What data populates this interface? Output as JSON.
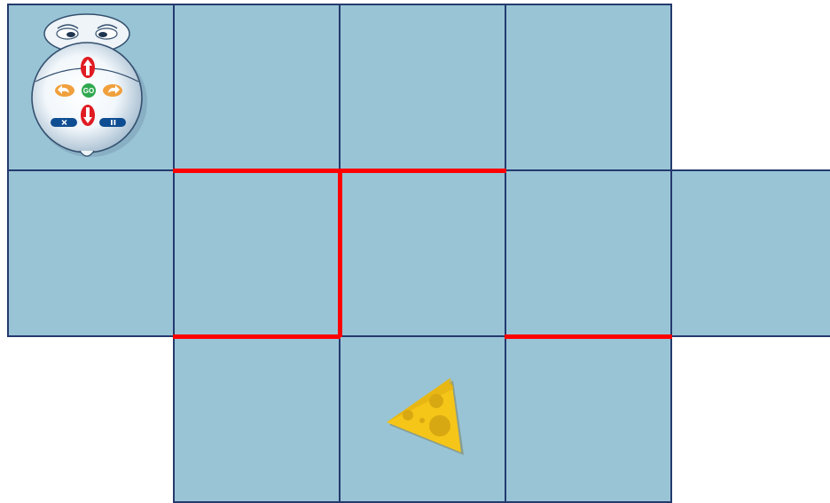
{
  "board": {
    "rows": 3,
    "columns": 5,
    "cells": [
      {
        "row": 0,
        "col": 0
      },
      {
        "row": 0,
        "col": 1
      },
      {
        "row": 0,
        "col": 2
      },
      {
        "row": 0,
        "col": 3
      },
      {
        "row": 1,
        "col": 0
      },
      {
        "row": 1,
        "col": 1
      },
      {
        "row": 1,
        "col": 2
      },
      {
        "row": 1,
        "col": 3
      },
      {
        "row": 1,
        "col": 4
      },
      {
        "row": 2,
        "col": 1
      },
      {
        "row": 2,
        "col": 2
      },
      {
        "row": 2,
        "col": 3
      }
    ],
    "walls": [
      {
        "between": [
          [
            0,
            1
          ],
          [
            1,
            1
          ]
        ]
      },
      {
        "between": [
          [
            0,
            2
          ],
          [
            1,
            2
          ]
        ]
      },
      {
        "between": [
          [
            1,
            1
          ],
          [
            1,
            2
          ]
        ]
      },
      {
        "between": [
          [
            1,
            1
          ],
          [
            2,
            1
          ]
        ]
      },
      {
        "between": [
          [
            1,
            3
          ],
          [
            2,
            3
          ]
        ]
      }
    ],
    "colors": {
      "cell": "#99c4d6",
      "grid_line": "#243a6e",
      "wall": "#ff0000"
    }
  },
  "robot": {
    "cell": {
      "row": 0,
      "col": 0
    },
    "facing": "up",
    "go_label": "GO",
    "buttons": [
      "forward",
      "turn-left",
      "go",
      "turn-right",
      "backward",
      "clear",
      "pause"
    ]
  },
  "cheese": {
    "cell": {
      "row": 2,
      "col": 2
    }
  }
}
